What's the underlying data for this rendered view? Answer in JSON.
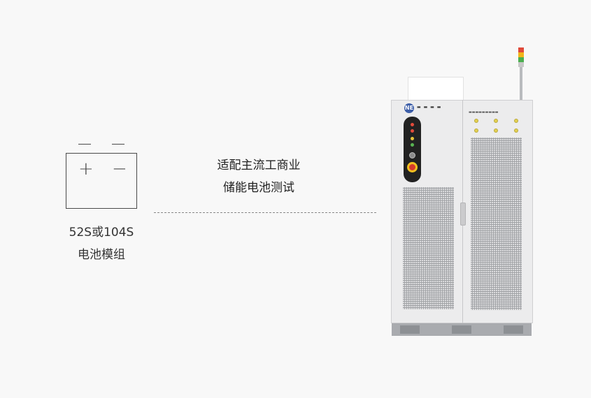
{
  "battery": {
    "plus_symbol": "+",
    "minus_symbol": "−",
    "line1": "52S或104S",
    "line2": "电池模组"
  },
  "application": {
    "line1": "适配主流工商业",
    "line2": "储能电池测试"
  },
  "equipment": {
    "logo_mark": "NE",
    "colors": {
      "cabinet": "#ececed",
      "mesh": "#a9abae",
      "estop_red": "#d63a2c",
      "estop_yellow": "#f0c020",
      "tower_red": "#e04a3a",
      "tower_yellow": "#f2b51a",
      "tower_green": "#4caf50",
      "logo_blue": "#3d5ea8"
    }
  }
}
